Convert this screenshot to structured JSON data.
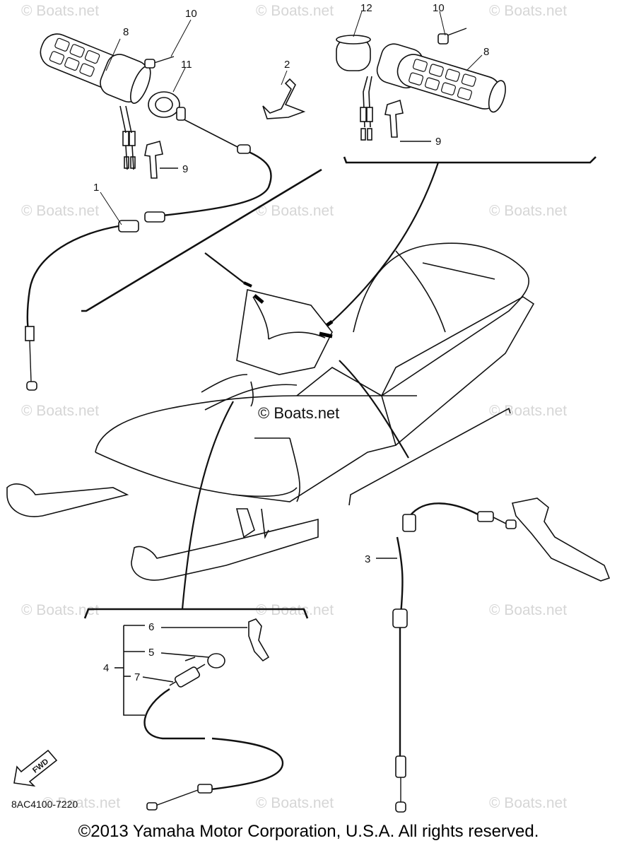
{
  "diagram": {
    "part_number": "8AC4100-7220",
    "watermark": "© Boats.net",
    "center_watermark": "© Boats.net",
    "fwd_label": "FWD",
    "callouts": {
      "c1": "1",
      "c2": "2",
      "c3": "3",
      "c4": "4",
      "c5": "5",
      "c6": "6",
      "c7": "7",
      "c8a": "8",
      "c8b": "8",
      "c9a": "9",
      "c9b": "9",
      "c10a": "10",
      "c10b": "10",
      "c11": "11",
      "c12": "12"
    }
  },
  "footer": {
    "copyright": "©2013 Yamaha Motor Corporation, U.S.A. All rights reserved."
  }
}
